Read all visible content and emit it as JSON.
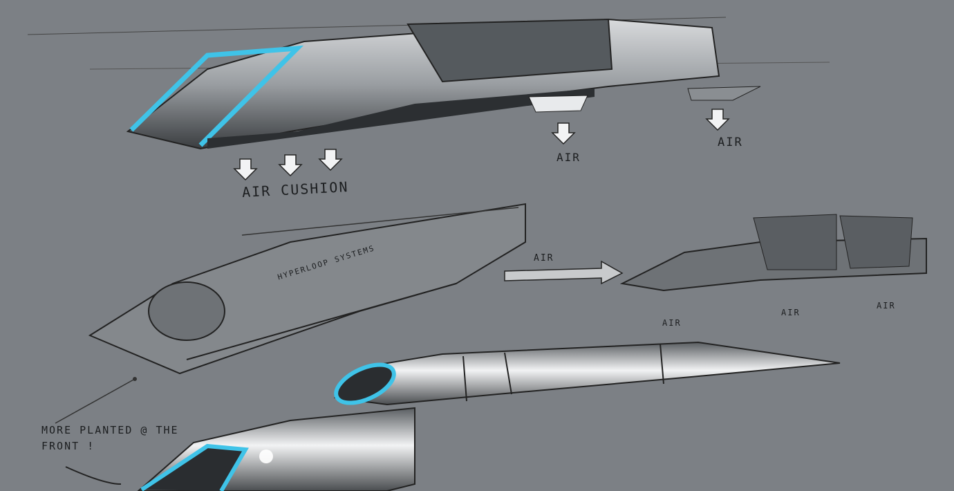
{
  "labels": {
    "air_cushion": "AIR CUSHION",
    "air_mid": "AIR",
    "air_right": "AIR",
    "air_arrow": "AIR",
    "air_small_1": "AIR",
    "air_small_2": "AIR",
    "air_small_3": "AIR",
    "hyperloop_systems": "HYPERLOOP SYSTEMS",
    "more_planted_line1": "MORE PLANTED @ THE",
    "more_planted_line2": "FRONT !"
  },
  "colors": {
    "background": "#7c8085",
    "accent_cyan": "#3fc3e8",
    "ink": "#1c1e20",
    "highlight": "#e8eaec"
  }
}
